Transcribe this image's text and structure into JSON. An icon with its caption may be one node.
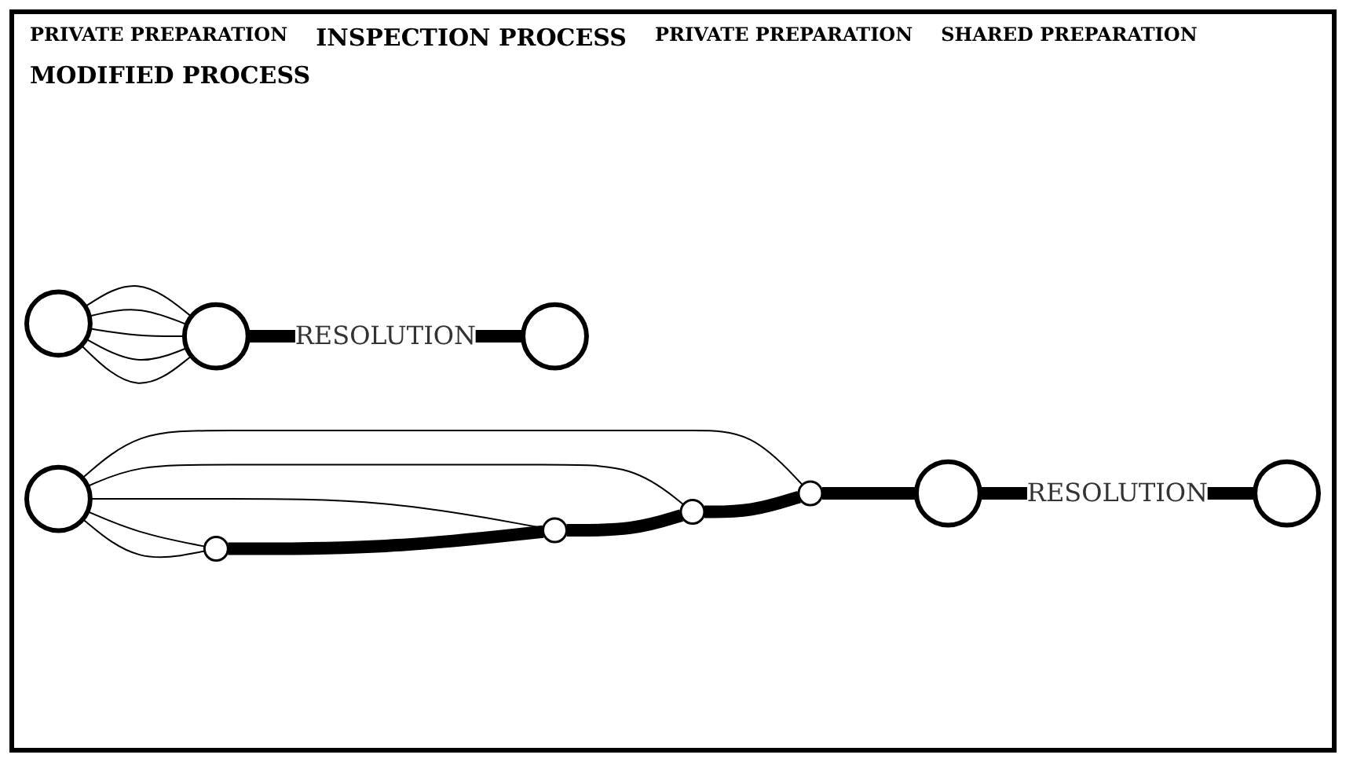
{
  "diagram": {
    "nodes": [
      {
        "text": [],
        "shape": "circle"
      },
      {
        "text": [],
        "shape": "circle"
      },
      {
        "text": [],
        "shape": "circle"
      },
      {
        "text": [],
        "shape": "circle"
      },
      {
        "text": [],
        "shape": "circle"
      },
      {
        "text": [],
        "shape": "circle"
      },
      {
        "text": [],
        "shape": "circle"
      },
      {
        "text": [],
        "shape": "circle"
      },
      {
        "text": [],
        "shape": "circle"
      },
      {
        "text": [],
        "shape": "circle"
      }
    ],
    "edges": [
      {
        "from": 0,
        "to": 1,
        "arrow": "none"
      },
      {
        "from": 0,
        "to": 1,
        "arrow": "none"
      },
      {
        "from": 0,
        "to": 1,
        "arrow": "none"
      },
      {
        "from": 0,
        "to": 1,
        "arrow": "none"
      },
      {
        "from": 0,
        "to": 1,
        "arrow": "none"
      },
      {
        "from": 1,
        "to": 2,
        "arrow": "none",
        "label": "RESOLUTION",
        "style": "thick"
      },
      {
        "from": 3,
        "to": 7,
        "arrow": "none"
      },
      {
        "from": 3,
        "to": 6,
        "arrow": "none"
      },
      {
        "from": 3,
        "to": 5,
        "arrow": "none"
      },
      {
        "from": 3,
        "to": 4,
        "arrow": "none"
      },
      {
        "from": 3,
        "to": 4,
        "arrow": "none"
      },
      {
        "from": 4,
        "to": 5,
        "arrow": "none",
        "style": "thick"
      },
      {
        "from": 5,
        "to": 6,
        "arrow": "none",
        "style": "thick"
      },
      {
        "from": 6,
        "to": 7,
        "arrow": "none",
        "style": "thick"
      },
      {
        "from": 7,
        "to": 8,
        "arrow": "none",
        "style": "thick"
      },
      {
        "from": 8,
        "to": 9,
        "arrow": "none",
        "label": "RESOLUTION",
        "style": "thick"
      }
    ],
    "labels": [
      "PRIVATE PREPARATION",
      "INSPECTION PROCESS",
      "PRIVATE PREPARATION",
      "SHARED PREPARATION",
      "MODIFIED PROCESS"
    ]
  }
}
